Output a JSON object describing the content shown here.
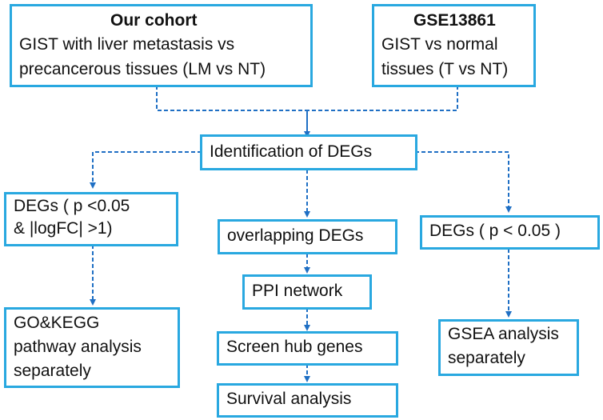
{
  "boxes": {
    "our_cohort": {
      "title": "Our cohort",
      "line1": "GIST with liver metastasis vs",
      "line2": "precancerous tissues (LM vs NT)"
    },
    "gse": {
      "title": "GSE13861",
      "line1": "GIST vs normal",
      "line2": "tissues (T vs NT)"
    },
    "identification": {
      "label": "Identification of DEGs"
    },
    "degs_left": {
      "line1": "DEGs ( p <0.05",
      "line2": "& |logFC| >1)"
    },
    "overlapping": {
      "label": "overlapping DEGs"
    },
    "degs_right": {
      "label": "DEGs ( p < 0.05 )"
    },
    "ppi": {
      "label": "PPI network"
    },
    "hub": {
      "label": "Screen hub genes"
    },
    "survival": {
      "label": "Survival analysis"
    },
    "gokegg": {
      "line1": "GO&KEGG",
      "line2": "pathway analysis",
      "line3": "separately"
    },
    "gsea": {
      "line1": "GSEA analysis",
      "line2": "separately"
    }
  },
  "colors": {
    "border": "#29a8e0",
    "connector": "#1f6fc4"
  }
}
